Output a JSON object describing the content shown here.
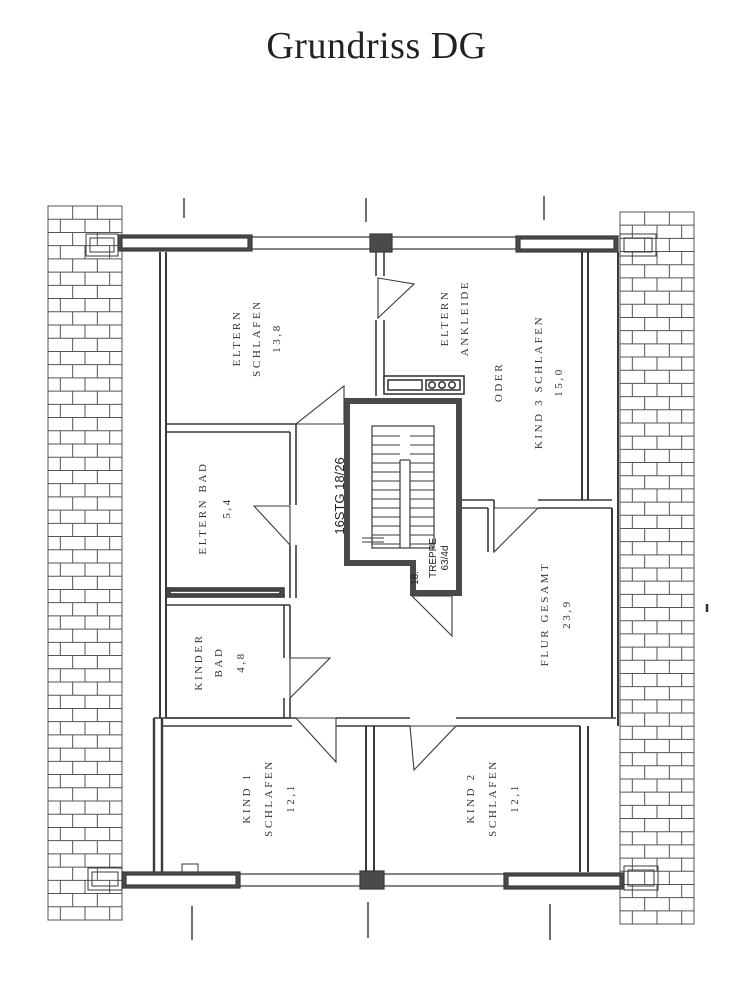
{
  "title": "Grundriss DG",
  "rooms": {
    "eltern_schlafen": {
      "name": "ELTERN",
      "name2": "SCHLAFEN",
      "area": "13,8"
    },
    "eltern_ankleide": {
      "name": "ELTERN",
      "name2": "ANKLEIDE",
      "or": "ODER",
      "alt_name": "KIND 3 SCHLAFEN",
      "area": "15,0"
    },
    "eltern_bad": {
      "name": "ELTERN BAD",
      "area": "5,4"
    },
    "kinder_bad": {
      "name": "KINDER",
      "name2": "BAD",
      "area": "4,8"
    },
    "flur": {
      "name": "FLUR GESAMT",
      "area": "23,9"
    },
    "kind1_schlafen": {
      "name": "KIND 1",
      "name2": "SCHLAFEN",
      "area": "12,1"
    },
    "kind2_schlafen": {
      "name": "KIND 2",
      "name2": "SCHLAFEN",
      "area": "12,1"
    }
  },
  "stair": {
    "steps_label": "16STG 18/26",
    "count": "18.",
    "treppe": "TREPPE",
    "dim": "63/4d"
  },
  "colors": {
    "wall": "#4a4a4a",
    "line": "#3a3a3a",
    "roof_tile": "#555555",
    "paper": "#ffffff"
  }
}
